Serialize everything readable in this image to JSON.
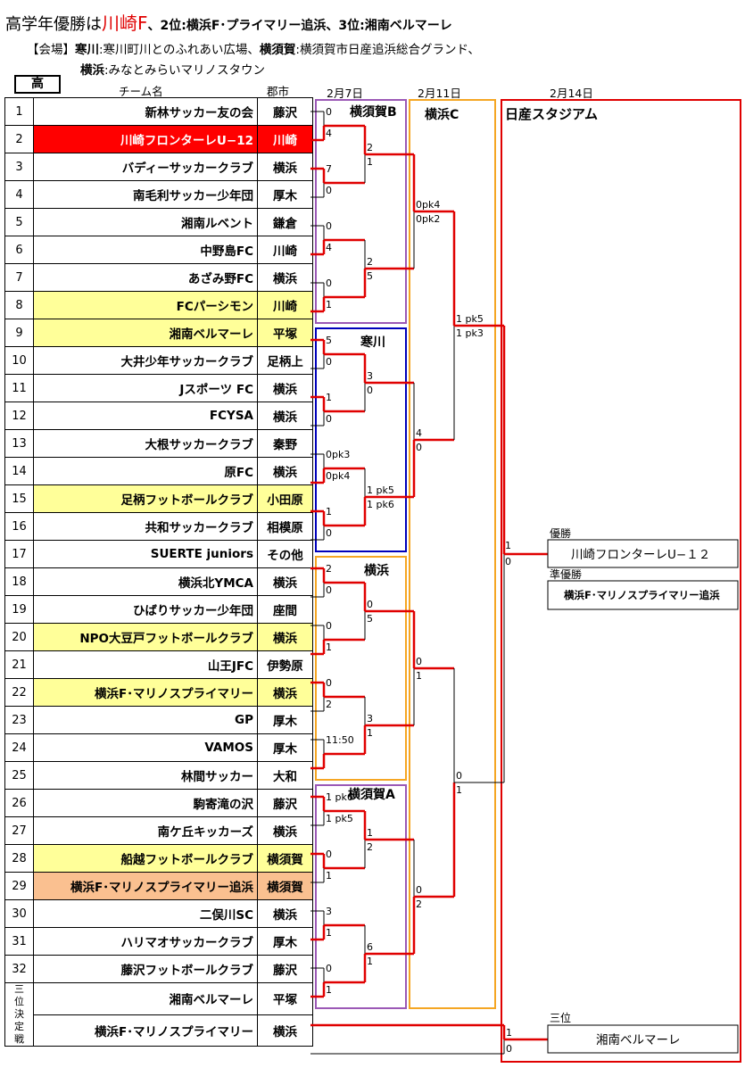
{
  "title": {
    "prefix": "高学年優勝は",
    "winner": "川崎F",
    "rest": "、2位:横浜F･プライマリー追浜、3位:湘南ベルマーレ"
  },
  "venues": {
    "line1_lead": "【会場】",
    "line1_b1": "寒川",
    "line1_t1": ":寒川町川とのふれあい広場、",
    "line1_b2": "横須賀",
    "line1_t2": ":横須賀市日産追浜総合グランド、",
    "line2_b": "横浜",
    "line2_t": ":みなとみらいマリノスタウン"
  },
  "grade_label": "高",
  "headers": {
    "team": "チーム名",
    "city": "郡市",
    "d1": "2月7日",
    "d2": "2月11日",
    "d3": "2月14日"
  },
  "colors": {
    "winner": "#ff0000",
    "highlight": "#ffff99",
    "runner_up": "#fac090",
    "line": "#e00000"
  },
  "teams": [
    {
      "no": "1",
      "name": "新林サッカー友の会",
      "city": "藤沢",
      "hl": ""
    },
    {
      "no": "2",
      "name": "川崎フロンターレU−12",
      "city": "川崎",
      "hl": "winner"
    },
    {
      "no": "3",
      "name": "バディーサッカークラブ",
      "city": "横浜",
      "hl": ""
    },
    {
      "no": "4",
      "name": "南毛利サッカー少年団",
      "city": "厚木",
      "hl": ""
    },
    {
      "no": "5",
      "name": "湘南ルベント",
      "city": "鎌倉",
      "hl": ""
    },
    {
      "no": "6",
      "name": "中野島FC",
      "city": "川崎",
      "hl": ""
    },
    {
      "no": "7",
      "name": "あざみ野FC",
      "city": "横浜",
      "hl": ""
    },
    {
      "no": "8",
      "name": "FCパーシモン",
      "city": "川崎",
      "hl": "yellow"
    },
    {
      "no": "9",
      "name": "湘南ベルマーレ",
      "city": "平塚",
      "hl": "yellow"
    },
    {
      "no": "10",
      "name": "大井少年サッカークラブ",
      "city": "足柄上",
      "hl": ""
    },
    {
      "no": "11",
      "name": "Jスポーツ FC",
      "city": "横浜",
      "hl": ""
    },
    {
      "no": "12",
      "name": "FCYSA",
      "city": "横浜",
      "hl": ""
    },
    {
      "no": "13",
      "name": "大根サッカークラブ",
      "city": "秦野",
      "hl": ""
    },
    {
      "no": "14",
      "name": "原FC",
      "city": "横浜",
      "hl": ""
    },
    {
      "no": "15",
      "name": "足柄フットボールクラブ",
      "city": "小田原",
      "hl": "yellow"
    },
    {
      "no": "16",
      "name": "共和サッカークラブ",
      "city": "相模原",
      "hl": ""
    },
    {
      "no": "17",
      "name": "SUERTE juniors",
      "city": "その他",
      "hl": ""
    },
    {
      "no": "18",
      "name": "横浜北YMCA",
      "city": "横浜",
      "hl": ""
    },
    {
      "no": "19",
      "name": "ひばりサッカー少年団",
      "city": "座間",
      "hl": ""
    },
    {
      "no": "20",
      "name": "NPO大豆戸フットボールクラブ",
      "city": "横浜",
      "hl": "yellow"
    },
    {
      "no": "21",
      "name": "山王JFC",
      "city": "伊勢原",
      "hl": ""
    },
    {
      "no": "22",
      "name": "横浜F･マリノスプライマリー",
      "city": "横浜",
      "hl": "yellow"
    },
    {
      "no": "23",
      "name": "GP",
      "city": "厚木",
      "hl": ""
    },
    {
      "no": "24",
      "name": "VAMOS",
      "city": "厚木",
      "hl": ""
    },
    {
      "no": "25",
      "name": "林間サッカー",
      "city": "大和",
      "hl": ""
    },
    {
      "no": "26",
      "name": "駒寄滝の沢",
      "city": "藤沢",
      "hl": ""
    },
    {
      "no": "27",
      "name": "南ケ丘キッカーズ",
      "city": "横浜",
      "hl": ""
    },
    {
      "no": "28",
      "name": "船越フットボールクラブ",
      "city": "横須賀",
      "hl": "yellow"
    },
    {
      "no": "29",
      "name": "横浜F･マリノスプライマリー追浜",
      "city": "横須賀",
      "hl": "orange"
    },
    {
      "no": "30",
      "name": "二俣川SC",
      "city": "横浜",
      "hl": ""
    },
    {
      "no": "31",
      "name": "ハリマオサッカークラブ",
      "city": "厚木",
      "hl": ""
    },
    {
      "no": "32",
      "name": "藤沢フットボールクラブ",
      "city": "藤沢",
      "hl": ""
    }
  ],
  "third_place": {
    "label": "三位決定戦",
    "team1": {
      "name": "湘南ベルマーレ",
      "city": "平塚"
    },
    "team2": {
      "name": "横浜F･マリノスプライマリー",
      "city": "横浜"
    }
  },
  "venue_boxes": {
    "yokosuka_b": "横須賀B",
    "samukawa": "寒川",
    "yokohama": "横浜",
    "yokosuka_a": "横須賀A",
    "yokohama_c": "横浜C",
    "nissan": "日産スタジアム"
  },
  "results": {
    "champion_label": "優勝",
    "champion": "川崎フロンターレU−１２",
    "runner_up_label": "準優勝",
    "runner_up": "横浜F･マリノスプライマリー追浜",
    "third_label": "三位",
    "third": "湘南ベルマーレ"
  },
  "scores": {
    "r1": [
      "0",
      "4",
      "7",
      "0",
      "0",
      "4",
      "0",
      "1",
      "5",
      "0",
      "1",
      "0",
      "0pk3",
      "0pk4",
      "1",
      "0",
      "2",
      "0",
      "0",
      "1",
      "0",
      "2",
      "11:50",
      "",
      "1 pk6",
      "1 pk5",
      "0",
      "1",
      "3",
      "1",
      "0",
      "1"
    ],
    "r2": [
      "2",
      "1",
      "2",
      "5",
      "3",
      "0",
      "1 pk5",
      "1 pk6",
      "0",
      "5",
      "3",
      "1",
      "1",
      "2",
      "6",
      "1"
    ],
    "r3": [
      "0pk4",
      "0pk2",
      "4",
      "0",
      "0",
      "1",
      "0",
      "2"
    ],
    "r4": [
      "1 pk5",
      "1 pk3",
      "0",
      "1"
    ],
    "final": [
      "1",
      "0"
    ],
    "third": [
      "1",
      "0"
    ]
  }
}
